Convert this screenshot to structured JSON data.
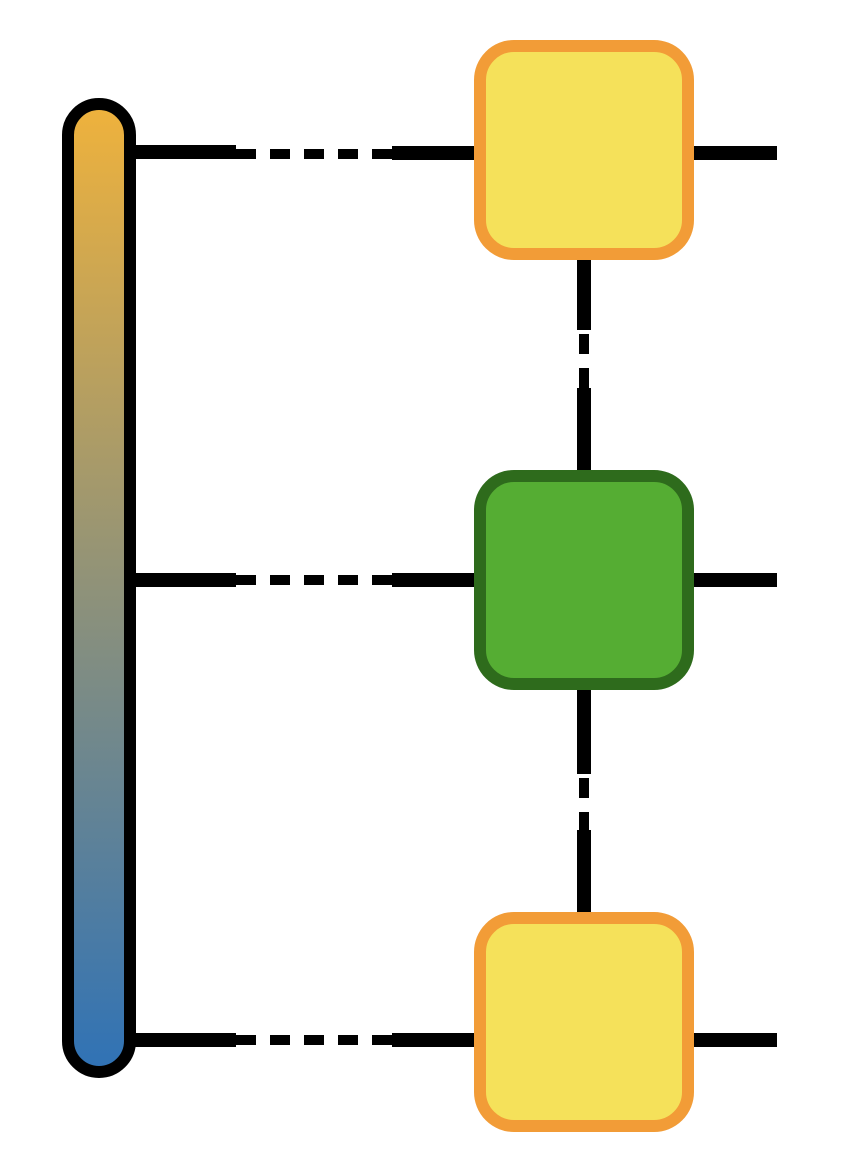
{
  "diagram": {
    "colors": {
      "background": "#ffffff",
      "line": "#000000",
      "bar_gradient_top": "#efb23c",
      "bar_gradient_bottom": "#2f72b6",
      "bar_outline": "#000000",
      "site_yellow_fill": "#f5e15a",
      "site_yellow_stroke": "#f29c37",
      "site_green_fill": "#55ad33",
      "site_green_stroke": "#2e6b1c"
    },
    "boundary_bar": {
      "shape": "rounded-capsule",
      "fill": "vertical-gradient"
    },
    "sites": [
      {
        "name": "top-site",
        "style": "yellow"
      },
      {
        "name": "middle-site",
        "style": "green"
      },
      {
        "name": "bottom-site",
        "style": "yellow"
      }
    ],
    "connections": {
      "bar_to_site": "solid-dashed-solid",
      "site_to_site": "solid-dashed-solid",
      "site_output": "solid"
    }
  }
}
